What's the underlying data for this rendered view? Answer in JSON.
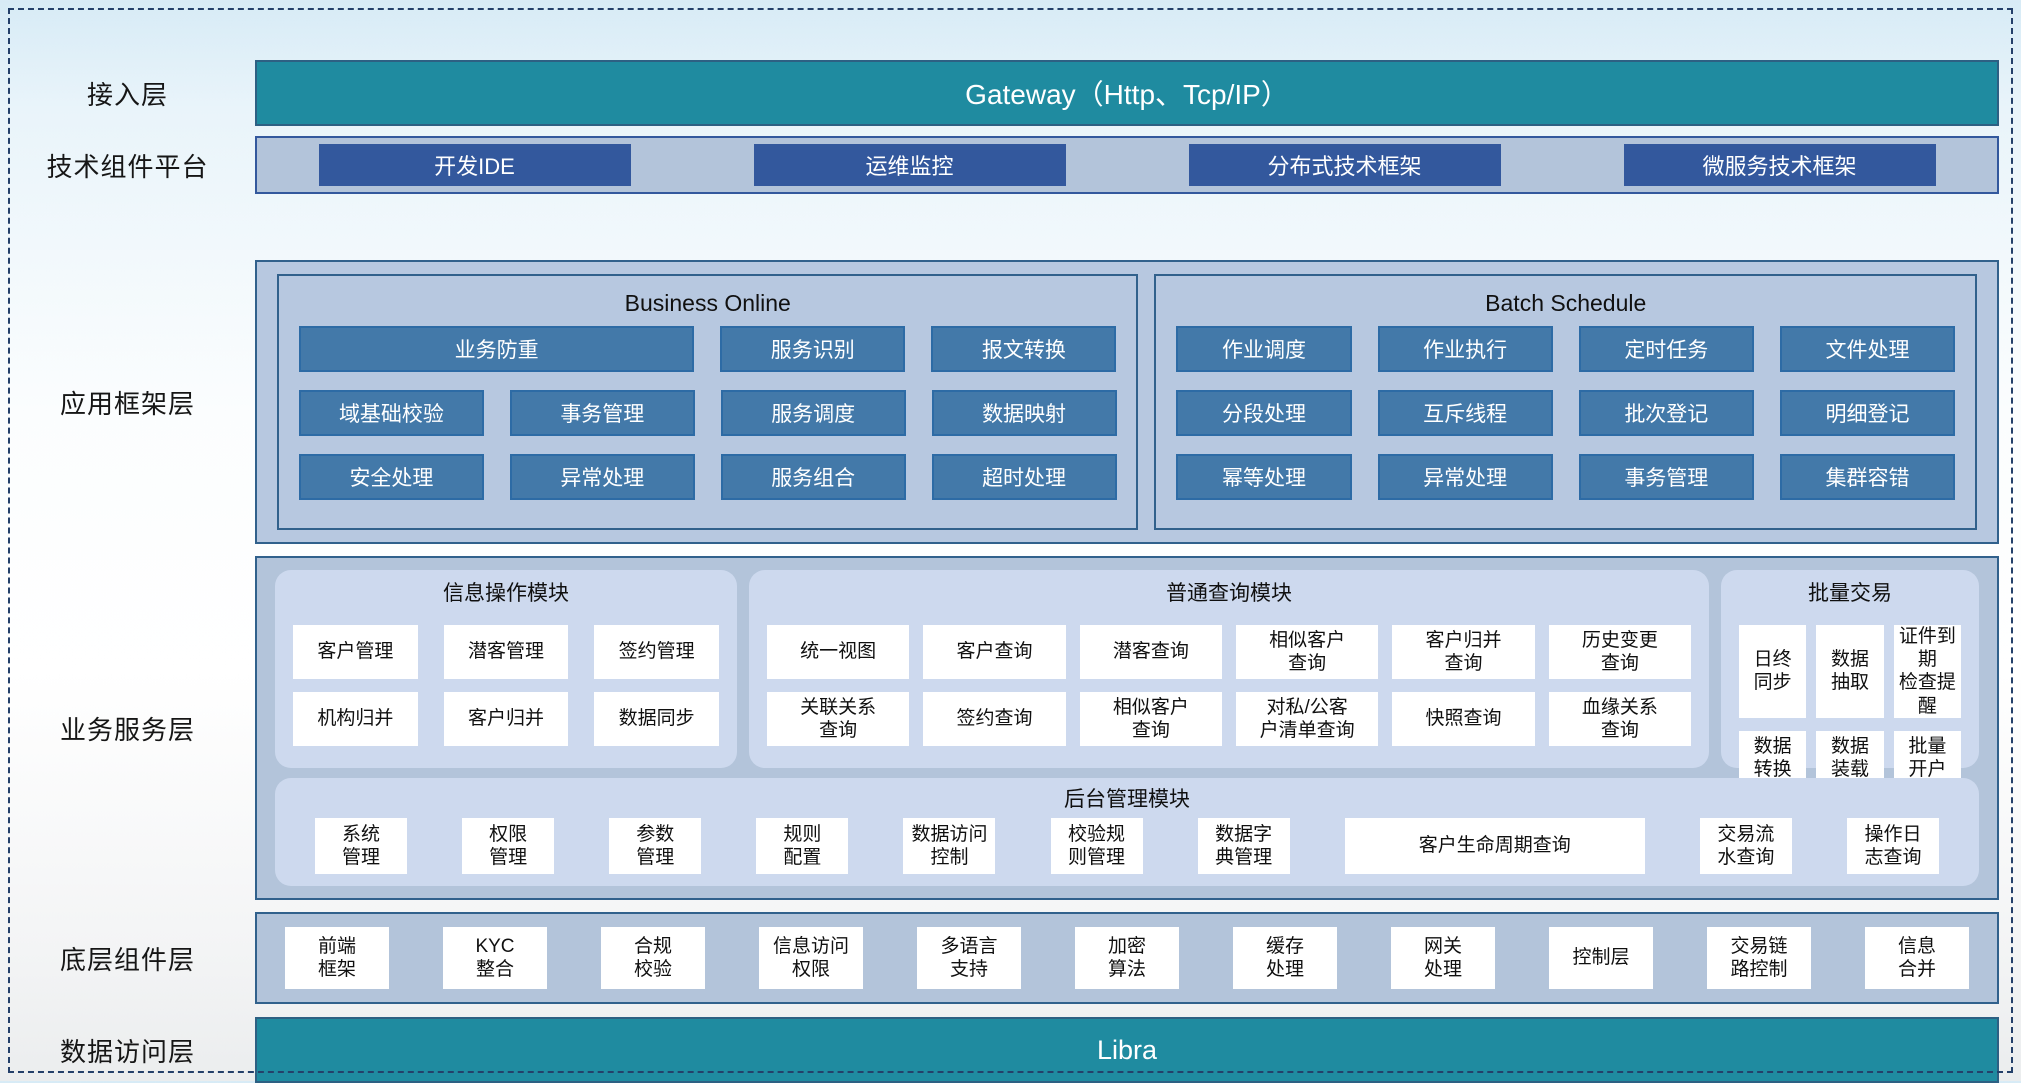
{
  "diagram": {
    "access": {
      "label": "接入层",
      "gateway": "Gateway（Http、Tcp/IP）"
    },
    "tech_platform": {
      "label": "技术组件平台",
      "items": [
        "开发IDE",
        "运维监控",
        "分布式技术框架",
        "微服务技术框架"
      ]
    },
    "app_framework": {
      "label": "应用框架层",
      "business_online": {
        "title": "Business Online",
        "rows": [
          [
            "业务防重",
            "服务识别",
            "报文转换"
          ],
          [
            "域基础校验",
            "事务管理",
            "服务调度",
            "数据映射"
          ],
          [
            "安全处理",
            "异常处理",
            "服务组合",
            "超时处理"
          ]
        ]
      },
      "batch_schedule": {
        "title": "Batch Schedule",
        "rows": [
          [
            "作业调度",
            "作业执行",
            "定时任务",
            "文件处理"
          ],
          [
            "分段处理",
            "互斥线程",
            "批次登记",
            "明细登记"
          ],
          [
            "幂等处理",
            "异常处理",
            "事务管理",
            "集群容错"
          ]
        ]
      }
    },
    "business_service": {
      "label": "业务服务层",
      "info_module": {
        "title": "信息操作模块",
        "rows": [
          [
            "客户管理",
            "潜客管理",
            "签约管理"
          ],
          [
            "机构归并",
            "客户归并",
            "数据同步"
          ]
        ]
      },
      "query_module": {
        "title": "普通查询模块",
        "rows": [
          [
            "统一视图",
            "客户查询",
            "潜客查询",
            "相似客户\n查询",
            "客户归并\n查询",
            "历史变更\n查询"
          ],
          [
            "关联关系\n查询",
            "签约查询",
            "相似客户\n查询",
            "对私/公客\n户清单查询",
            "快照查询",
            "血缘关系\n查询"
          ]
        ]
      },
      "batch_trade": {
        "title": "批量交易",
        "rows": [
          [
            "日终\n同步",
            "数据\n抽取",
            "证件到期\n检查提醒"
          ],
          [
            "数据\n转换",
            "数据\n装载",
            "批量\n开户"
          ]
        ]
      },
      "admin_module": {
        "title": "后台管理模块",
        "items": [
          "系统\n管理",
          "权限\n管理",
          "参数\n管理",
          "规则\n配置",
          "数据访问\n控制",
          "校验规\n则管理",
          "数据字\n典管理",
          "客户生命周期查询",
          "交易流\n水查询",
          "操作日\n志查询"
        ]
      }
    },
    "base_components": {
      "label": "底层组件层",
      "items": [
        "前端\n框架",
        "KYC\n整合",
        "合规\n校验",
        "信息访问\n权限",
        "多语言\n支持",
        "加密\n算法",
        "缓存\n处理",
        "网关\n处理",
        "控制层",
        "交易链\n路控制",
        "信息\n合并"
      ]
    },
    "data_access": {
      "label": "数据访问层",
      "title": "Libra"
    }
  },
  "colors": {
    "teal": "#1f8ba0",
    "navy_button": "#33589d",
    "steel_button": "#4379a9",
    "panel_fill": "#b3c4da",
    "framework_fill": "#b7c8e0",
    "module_fill": "#cdd9ee",
    "border_dark": "#31618c",
    "dashed_border": "#24406a"
  }
}
